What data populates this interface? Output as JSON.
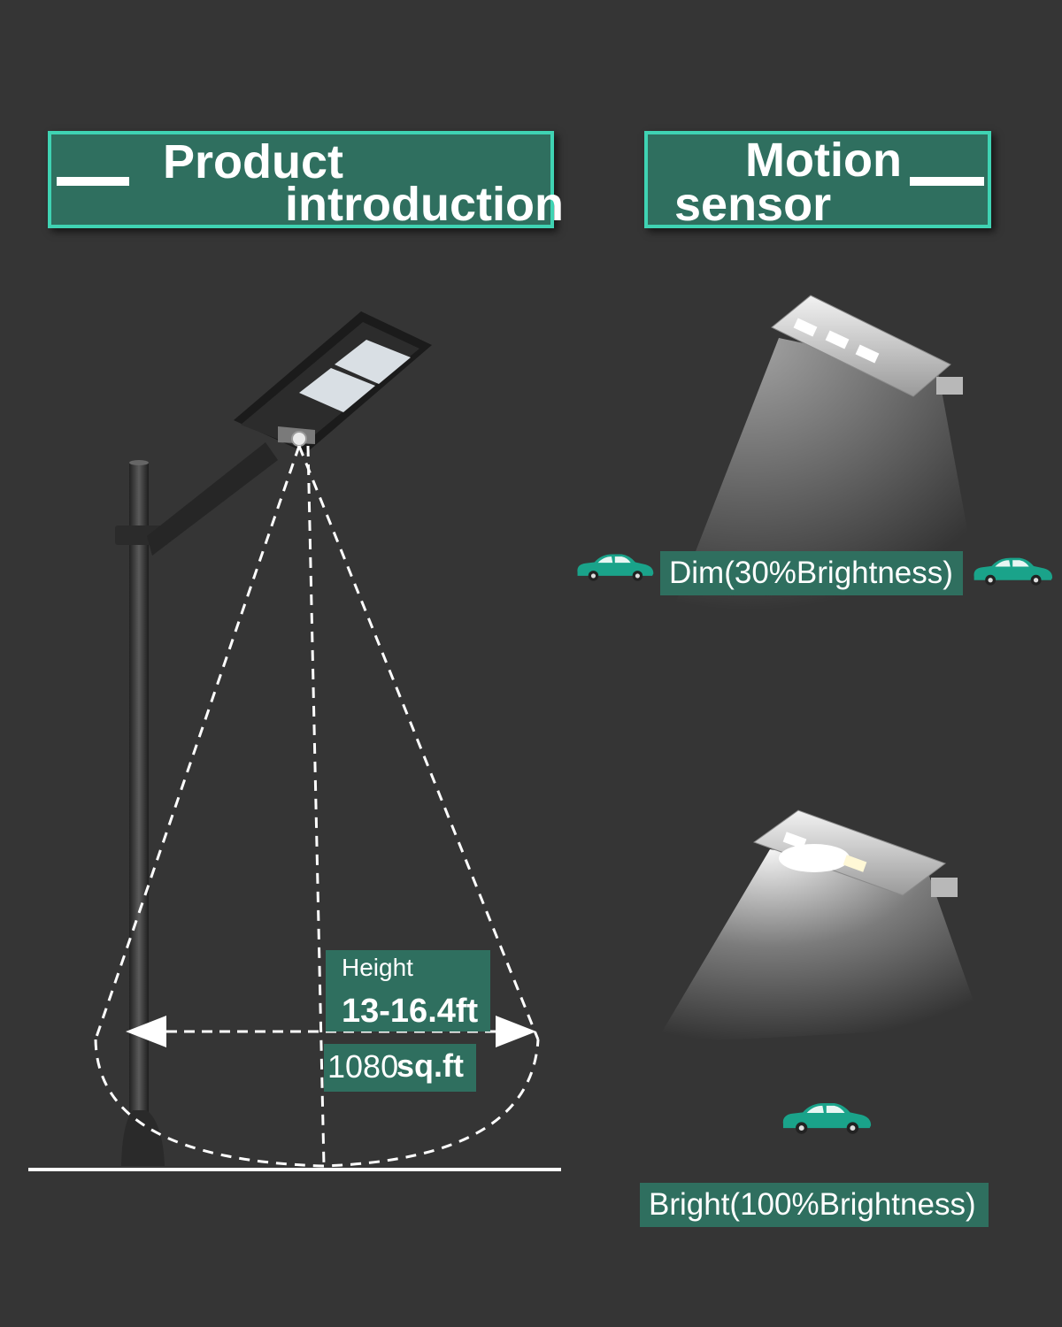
{
  "left_banner": {
    "line1": "Product",
    "line2": "introduction"
  },
  "right_banner": {
    "line1": "Motion",
    "line2": "sensor"
  },
  "measure": {
    "height_label": "Height",
    "height_value": "13-16.4ft",
    "area_number": "1080",
    "area_unit": "sq.ft"
  },
  "modes": {
    "dim_label": "Dim(30%Brightness)",
    "bright_label": "Bright(100%Brightness)"
  },
  "colors": {
    "background": "#353535",
    "panel": "#2f6f5f",
    "accent": "#3fd3b3",
    "car": "#1aa38a"
  },
  "icons": [
    "street-light",
    "motion-sensor-icon",
    "car-icon",
    "arrow-left-icon",
    "arrow-right-icon"
  ]
}
